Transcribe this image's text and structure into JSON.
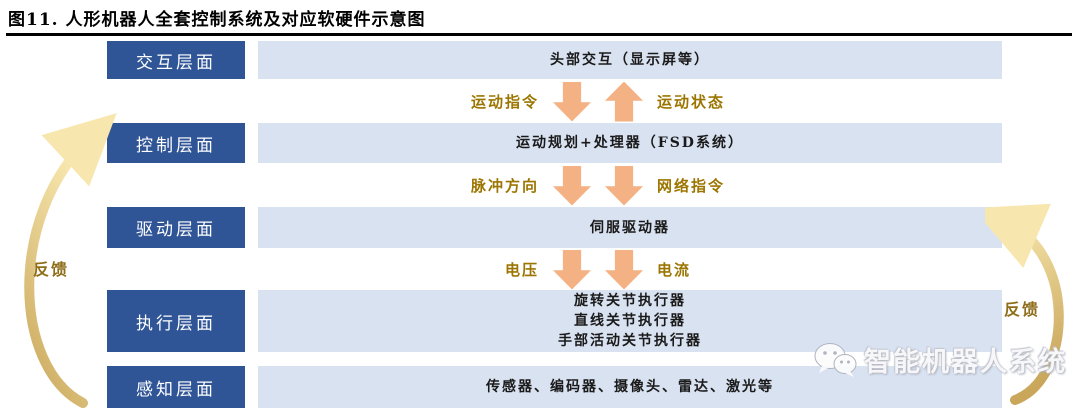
{
  "title": "图11. 人形机器人全套控制系统及对应软硬件示意图",
  "colors": {
    "layer_label_bg": "#2F5597",
    "layer_bar_bg": "#D9E2F1",
    "arrow_orange": "#F4B183",
    "flow_label_gold": "#9C7500",
    "feedback_gold_dark": "#C9A65A",
    "feedback_gold_light": "#F7E7AE",
    "title_rule": "#000000"
  },
  "layers": [
    {
      "label": "交互层面",
      "content": [
        "头部交互（显示屏等）"
      ]
    },
    {
      "label": "控制层面",
      "content": [
        "运动规划+处理器（FSD系统）"
      ]
    },
    {
      "label": "驱动层面",
      "content": [
        "伺服驱动器"
      ]
    },
    {
      "label": "执行层面",
      "content": [
        "旋转关节执行器",
        "直线关节执行器",
        "手部活动关节执行器"
      ]
    },
    {
      "label": "感知层面",
      "content": [
        "传感器、编码器、摄像头、雷达、激光等"
      ]
    }
  ],
  "flows": [
    {
      "left_label": "运动指令",
      "right_label": "运动状态",
      "arrows": [
        "down",
        "up"
      ]
    },
    {
      "left_label": "脉冲方向",
      "right_label": "网络指令",
      "arrows": [
        "down",
        "down"
      ]
    },
    {
      "left_label": "电压",
      "right_label": "电流",
      "arrows": [
        "down",
        "down"
      ]
    }
  ],
  "feedback": {
    "left_label": "反馈",
    "right_label": "反馈"
  },
  "watermark": {
    "logo": "wechat-icon",
    "text": "智能机器人系统"
  }
}
